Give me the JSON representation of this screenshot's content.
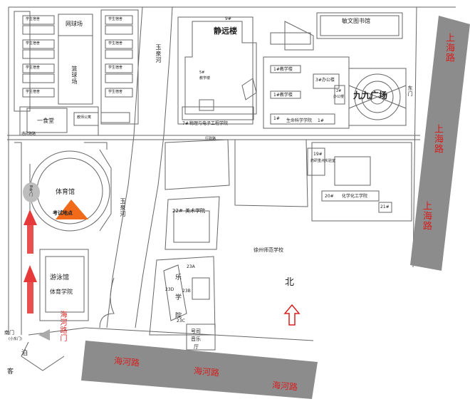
{
  "labels": {
    "dorm": "学生宿舍",
    "dorm_prefix": "学生宿舍",
    "tennis": "网球场",
    "basketball": "篮球场",
    "canteen1": "一食堂",
    "canteen1_top": "一食堂",
    "teacher_apt": "教师公寓",
    "jingyuan_no": "9#",
    "jingyuan": "静远楼",
    "library": "敏文图书馆",
    "teaching_5": "5#",
    "teaching_5b": "教学楼",
    "physics": "物理与电子工程学院",
    "physics_no": "7#",
    "river1": "玉泉河",
    "river2": "玉泉河",
    "jiujiu": "九九广场",
    "east_gate": "东门",
    "shanghai_road": "上海路",
    "shanghai_road2": "上海路",
    "shanghai_road3": "上海路",
    "life_science": "生命科学学院",
    "life_no": "1#",
    "no2_teach": "2#",
    "no2_office": "办公楼",
    "no3_office": "3#办公楼",
    "no1_teach": "1#教学楼",
    "no1_teach_b": "1#",
    "no19": "19#",
    "no19b": "药研重点实验室",
    "chem": "化学化工学院",
    "chem_no": "20#",
    "no21": "21#",
    "gym": "体育馆",
    "exam_site": "考试地点",
    "art_school": "美术学院",
    "art_no": "22#",
    "univ": "徐州师范学校",
    "north": "北",
    "music": "乐",
    "music2": "学",
    "music3": "院",
    "no23a": "23A",
    "no23b": "23B",
    "no23c": "23C",
    "no23d": "23D",
    "concert1": "号司",
    "concert2": "音乐",
    "concert3": "厅",
    "pool": "游泳馆",
    "pe_school": "体育学院",
    "haihe_gate": "海河路门",
    "haihe_road": "海河路",
    "south_gate": "南门",
    "south_gate_b": "(小东门)",
    "bo": "泊",
    "ke": "客",
    "b_gate": "B号门",
    "campus_road": "行政路",
    "dorm_road": "通武路路"
  },
  "colors": {
    "road_gray": "#8a8a8a",
    "road_text": "#d81e1e",
    "arrow_red": "#e63a3a",
    "exam_triangle": "#f06a1a",
    "line": "#555555"
  }
}
